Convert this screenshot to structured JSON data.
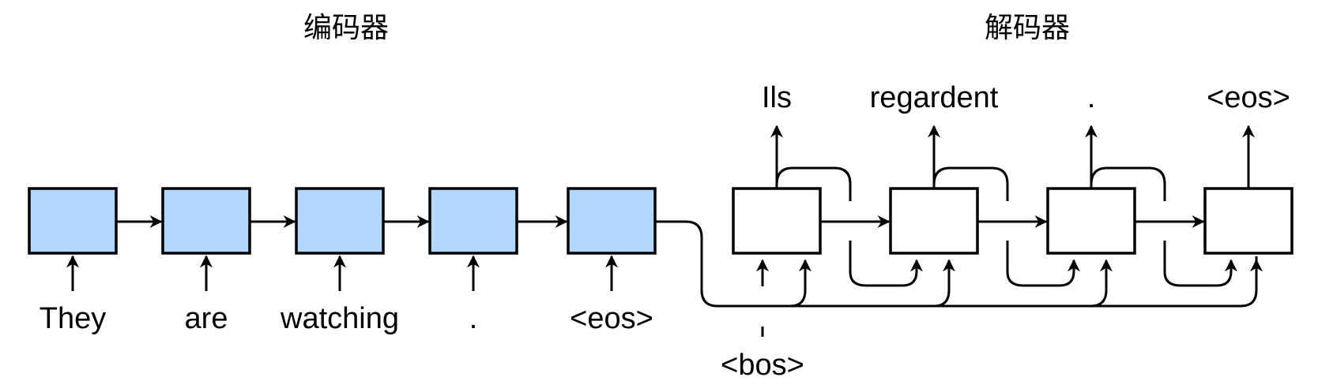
{
  "encoder": {
    "title": "编码器",
    "inputs": [
      "They",
      "are",
      "watching",
      ".",
      "<eos>"
    ]
  },
  "decoder": {
    "title": "解码器",
    "start_token": "<bos>",
    "outputs": [
      "Ils",
      "regardent",
      ".",
      "<eos>"
    ]
  },
  "colors": {
    "encoder_fill": "#b3d7fd",
    "decoder_fill": "#ffffff",
    "stroke": "#000000"
  }
}
